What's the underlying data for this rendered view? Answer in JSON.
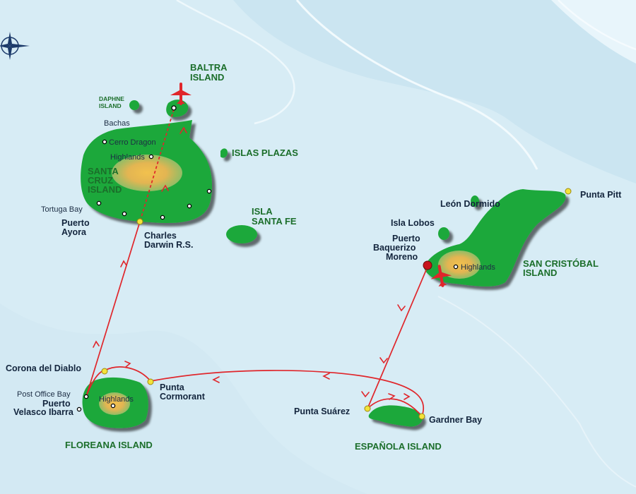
{
  "islands": {
    "baltra": "BALTRA",
    "baltra2": "ISLAND",
    "daphne": "DAPHNE",
    "daphne2": "ISLAND",
    "santa_cruz": "SANTA",
    "santa_cruz2": "CRUZ",
    "santa_cruz3": "ISLAND",
    "islas_plazas": "ISLAS PLAZAS",
    "santa_fe": "ISLA",
    "santa_fe2": "SANTA FE",
    "floreana": "FLOREANA ISLAND",
    "espanola": "ESPAÑOLA ISLAND",
    "san_cristobal": "SAN CRISTÓBAL",
    "san_cristobal2": "ISLAND"
  },
  "places": {
    "bachas": "Bachas",
    "cerro_dragon": "Cerro Dragon",
    "highlands_sc": "Highlands",
    "tortuga_bay": "Tortuga Bay",
    "puerto_ayora": "Puerto",
    "puerto_ayora2": "Ayora",
    "charles_darwin": "Charles",
    "charles_darwin2": "Darwin R.S.",
    "leon_dormido": "León Dormido",
    "punta_pitt": "Punta Pitt",
    "isla_lobos": "Isla Lobos",
    "puerto_baq": "Puerto",
    "puerto_baq2": "Baquerizo",
    "puerto_baq3": "Moreno",
    "highlands_scr": "Highlands",
    "corona": "Corona del Diablo",
    "post_office": "Post Office Bay",
    "puerto_velasco": "Puerto",
    "puerto_velasco2": "Velasco Ibarra",
    "highlands_fl": "Highlands",
    "punta_cormorant": "Punta",
    "punta_cormorant2": "Cormorant",
    "punta_suarez": "Punta Suárez",
    "gardner_bay": "Gardner Bay"
  },
  "colors": {
    "sea": "#d9eef6",
    "sea_light": "#e9f6fb",
    "land": "#1fa83a",
    "highlands": "#e9b84a",
    "route": "#e0262b",
    "label_island": "#1b6e2a",
    "label_place": "#13253d"
  },
  "icons": [
    "compass-rose-icon",
    "airplane-icon",
    "route-arrow-icon"
  ]
}
